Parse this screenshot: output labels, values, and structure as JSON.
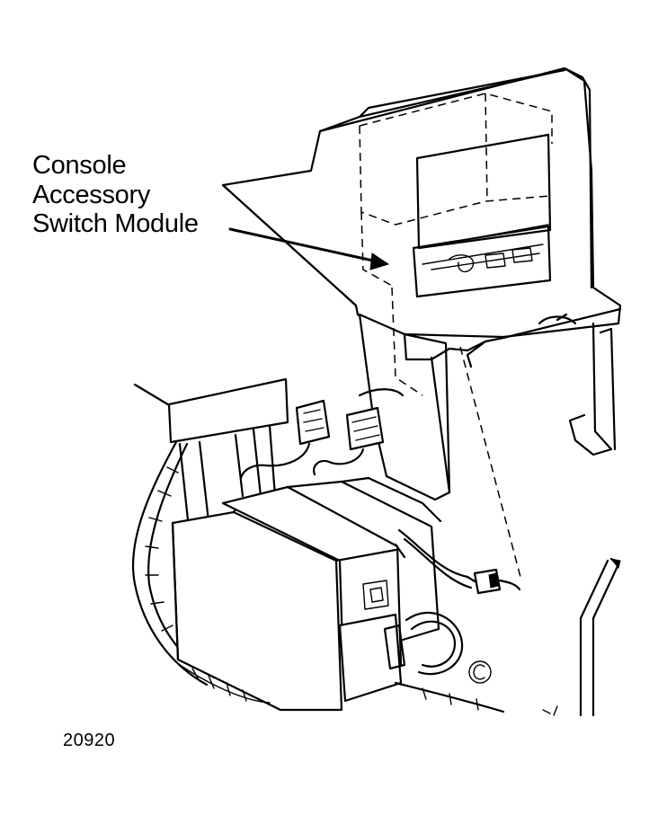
{
  "callout": {
    "lines": [
      "Console",
      "Accessory",
      "Switch Module"
    ]
  },
  "figure_number": "20920",
  "colors": {
    "background": "#ffffff",
    "line": "#000000"
  }
}
